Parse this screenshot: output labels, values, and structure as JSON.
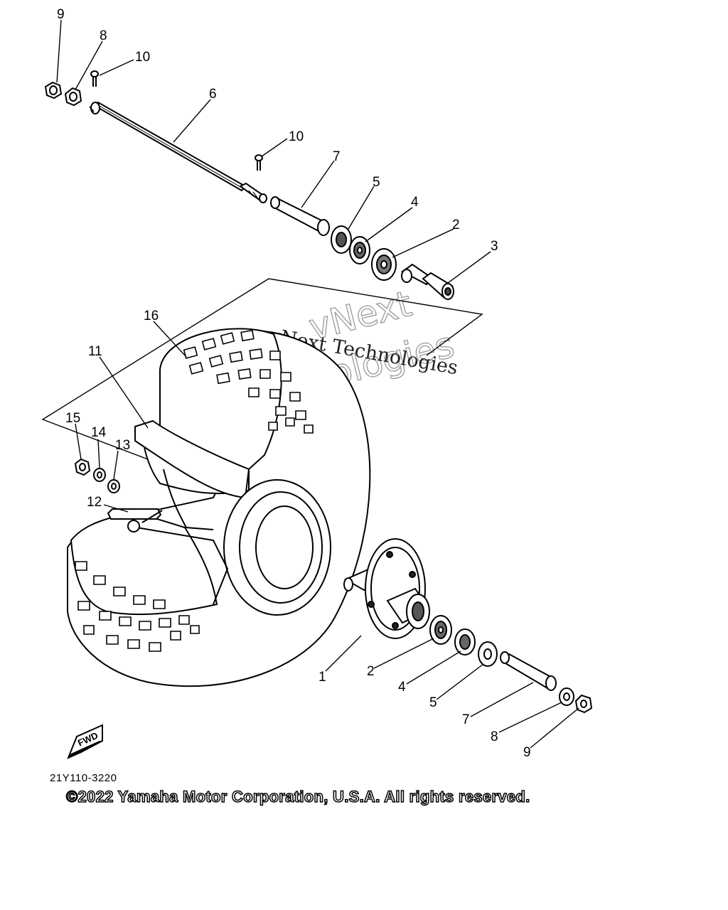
{
  "watermark": {
    "line1": "vNext",
    "line2": "Technologies",
    "line3": "vNext Technologies"
  },
  "fwd_marker": "FWD",
  "drawing_code": "21Y110-3220",
  "copyright": "©2022 Yamaha Motor Corporation, U.S.A. All rights reserved.",
  "callouts": {
    "c9_top": "9",
    "c8_top": "8",
    "c10_top": "10",
    "c6": "6",
    "c10_mid": "10",
    "c7_top": "7",
    "c5_top": "5",
    "c4_top": "4",
    "c2_top": "2",
    "c3": "3",
    "c16": "16",
    "c11": "11",
    "c15": "15",
    "c14": "14",
    "c13": "13",
    "c12": "12",
    "c1": "1",
    "c2_bot": "2",
    "c4_bot": "4",
    "c5_bot": "5",
    "c7_bot": "7",
    "c8_bot": "8",
    "c9_bot": "9"
  }
}
